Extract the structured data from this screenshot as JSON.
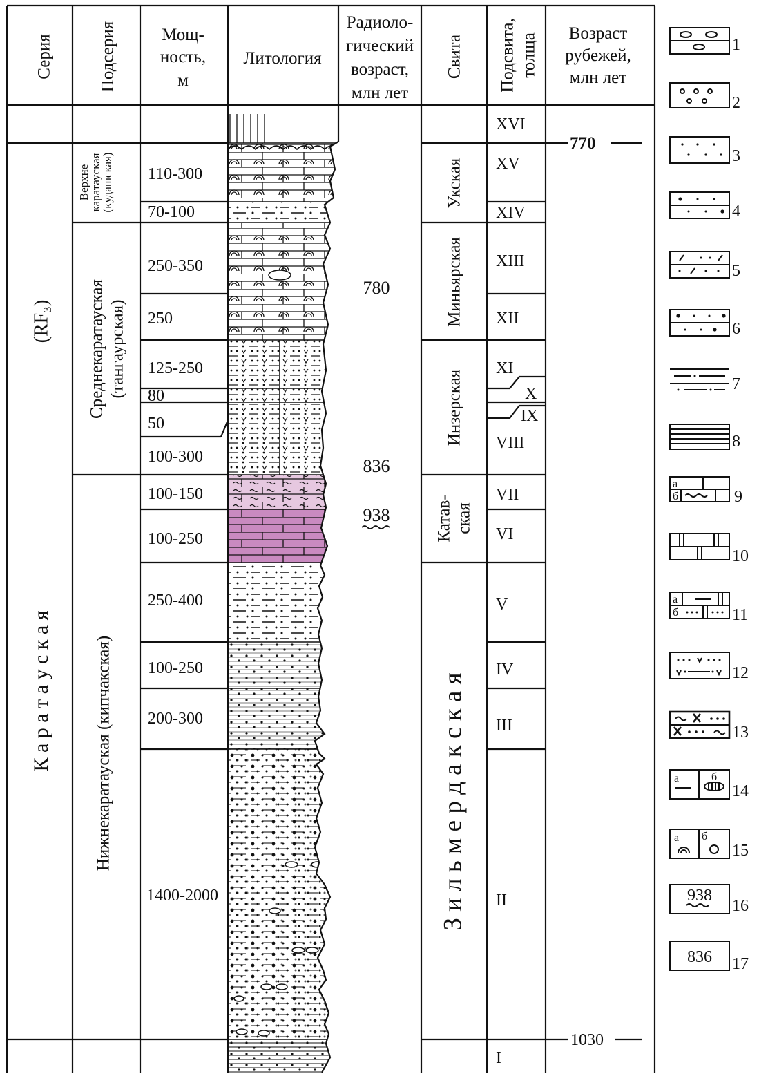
{
  "headers": {
    "series": "Серия",
    "subseries": "Подсерия",
    "thickness": [
      "Мощ-",
      "ность,",
      "м"
    ],
    "lithology": "Литология",
    "radiological_age": [
      "Радиоло-",
      "гический",
      "возраст,",
      "млн лет"
    ],
    "formation": "Свита",
    "subformation": [
      "Подсвита,",
      "толща"
    ],
    "boundary_age": [
      "Возраст",
      "рубежей,",
      "млн лет"
    ]
  },
  "series_name": "К а р а т а у с к а я",
  "series_index": "(RF₃)",
  "subseries": {
    "upper": [
      "Верхне",
      "каратауская",
      "(кудашская)"
    ],
    "middle": [
      "Среднекаратауская",
      "(тангаурская)"
    ],
    "lower": "Нижнекаратауская (кипчакская)"
  },
  "thicknesses": [
    "110-300",
    "70-100",
    "250-350",
    "250",
    "125-250",
    "80",
    "50",
    "100-300",
    "100-150",
    "100-250",
    "250-400",
    "100-250",
    "200-300",
    "1400-2000"
  ],
  "radiological_ages": [
    "780",
    "836",
    "938"
  ],
  "formations": {
    "uk": "Укская",
    "minyar": "Миньярская",
    "inzer": "Инзерская",
    "katav": [
      "Катав-",
      "ская"
    ],
    "zilmerdak": "З и л ь м е р д а к с к а я"
  },
  "subformations": [
    "XVI",
    "XV",
    "XIV",
    "XIII",
    "XII",
    "XI",
    "X",
    "IX",
    "VIII",
    "VII",
    "VI",
    "V",
    "IV",
    "III",
    "II",
    "I"
  ],
  "boundary_ages": [
    "770",
    "1030"
  ],
  "legend": {
    "numbers": [
      "1",
      "2",
      "3",
      "4",
      "5",
      "6",
      "7",
      "8",
      "9",
      "10",
      "11",
      "12",
      "13",
      "14",
      "15",
      "16",
      "17"
    ],
    "sublabels": [
      "а",
      "б"
    ],
    "sample_938": "938",
    "sample_836": "836"
  },
  "colors": {
    "katav_upper": "#e6c8e0",
    "katav_lower": "#c98ac0",
    "line": "#111111"
  }
}
